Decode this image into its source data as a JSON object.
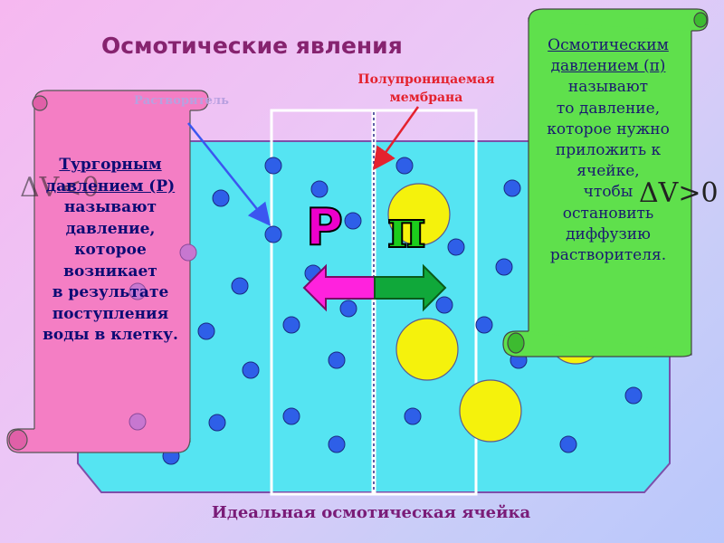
{
  "title": "Осмотические явления",
  "caption": "Идеальная осмотическая ячейка",
  "labels": {
    "solvent": "Растворитель",
    "membrane": [
      "Полупроницаемая",
      "мембрана"
    ]
  },
  "symbols": {
    "turgor_pressure": "P",
    "osmotic_pressure": "π",
    "delta_v_negative": "ΔV<0",
    "delta_v_positive": "ΔV>0"
  },
  "left_definition": {
    "term": "Тургорным давлением (Р)",
    "lines": [
      "называют",
      "давление,",
      "которое",
      "возникает",
      "в результате",
      "поступления",
      "воды в клетку."
    ]
  },
  "right_definition": {
    "term": "Осмотическим давлением (π)",
    "lines": [
      "называют",
      "то давление,",
      "которое нужно",
      "приложить к",
      "ячейке,",
      "чтобы",
      "остановить",
      "диффузию",
      "растворителя."
    ]
  },
  "colors": {
    "title": "#86236f",
    "cell_fill": "#55e4f2",
    "solvent_molecule": "#2e5fe8",
    "solute_particle": "#f5f20c",
    "left_scroll": "#f47ec4",
    "right_scroll": "#5fe04c",
    "arrow_turgor": "#ff22dd",
    "arrow_osmotic": "#10a83a"
  }
}
